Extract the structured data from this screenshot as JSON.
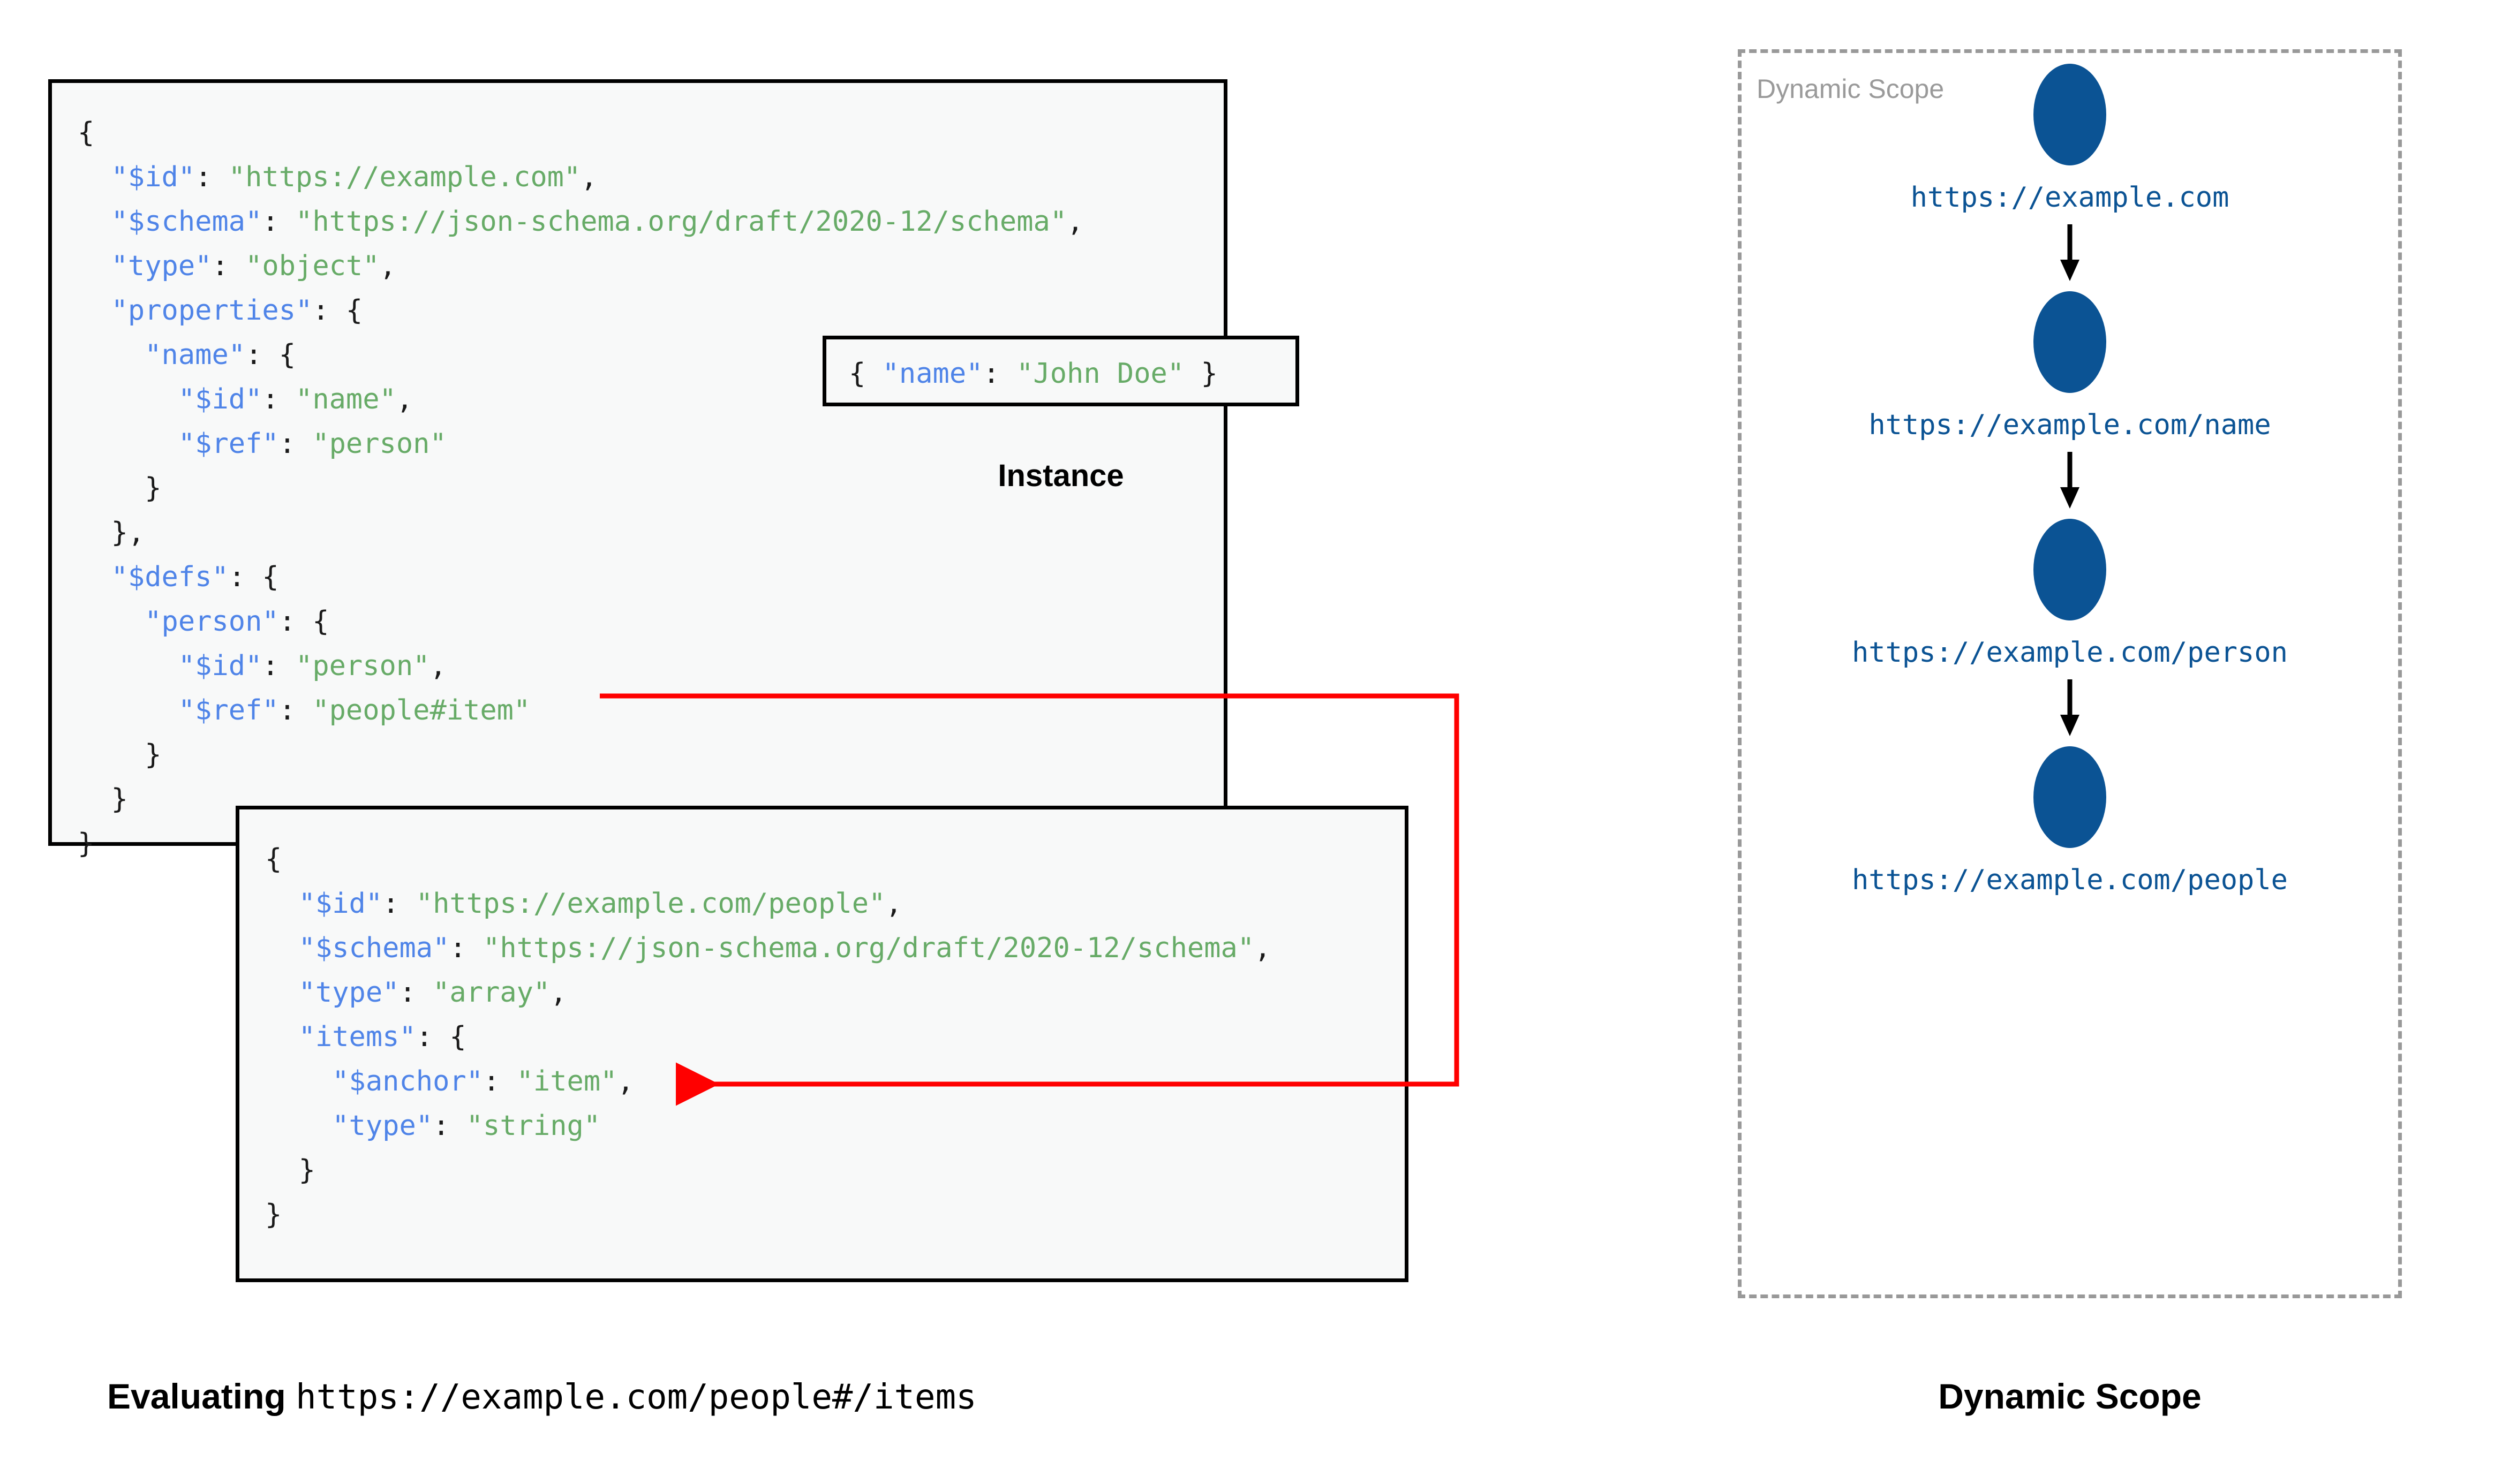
{
  "colors": {
    "json_key": "#4f84e8",
    "json_value": "#67ab67",
    "punctuation": "#1a1a1a",
    "node_blue": "#0b5394",
    "ref_arrow_red": "#ff0000",
    "dashed_border_gray": "#999999",
    "caption_gray": "#9a9a9a",
    "box_background": "#f8f9f9"
  },
  "schema_root": {
    "lines": [
      [
        {
          "t": "{",
          "c": "p"
        }
      ],
      [
        {
          "t": "  ",
          "c": "p"
        },
        {
          "t": "\"$id\"",
          "c": "k"
        },
        {
          "t": ": ",
          "c": "p"
        },
        {
          "t": "\"https://example.com\"",
          "c": "v"
        },
        {
          "t": ",",
          "c": "p"
        }
      ],
      [
        {
          "t": "  ",
          "c": "p"
        },
        {
          "t": "\"$schema\"",
          "c": "k"
        },
        {
          "t": ": ",
          "c": "p"
        },
        {
          "t": "\"https://json-schema.org/draft/2020-12/schema\"",
          "c": "v"
        },
        {
          "t": ",",
          "c": "p"
        }
      ],
      [
        {
          "t": "  ",
          "c": "p"
        },
        {
          "t": "\"type\"",
          "c": "k"
        },
        {
          "t": ": ",
          "c": "p"
        },
        {
          "t": "\"object\"",
          "c": "v"
        },
        {
          "t": ",",
          "c": "p"
        }
      ],
      [
        {
          "t": "  ",
          "c": "p"
        },
        {
          "t": "\"properties\"",
          "c": "k"
        },
        {
          "t": ": {",
          "c": "p"
        }
      ],
      [
        {
          "t": "    ",
          "c": "p"
        },
        {
          "t": "\"name\"",
          "c": "k"
        },
        {
          "t": ": {",
          "c": "p"
        }
      ],
      [
        {
          "t": "      ",
          "c": "p"
        },
        {
          "t": "\"$id\"",
          "c": "k"
        },
        {
          "t": ": ",
          "c": "p"
        },
        {
          "t": "\"name\"",
          "c": "v"
        },
        {
          "t": ",",
          "c": "p"
        }
      ],
      [
        {
          "t": "      ",
          "c": "p"
        },
        {
          "t": "\"$ref\"",
          "c": "k"
        },
        {
          "t": ": ",
          "c": "p"
        },
        {
          "t": "\"person\"",
          "c": "v"
        }
      ],
      [
        {
          "t": "    }",
          "c": "p"
        }
      ],
      [
        {
          "t": "  },",
          "c": "p"
        }
      ],
      [
        {
          "t": "  ",
          "c": "p"
        },
        {
          "t": "\"$defs\"",
          "c": "k"
        },
        {
          "t": ": {",
          "c": "p"
        }
      ],
      [
        {
          "t": "    ",
          "c": "p"
        },
        {
          "t": "\"person\"",
          "c": "k"
        },
        {
          "t": ": {",
          "c": "p"
        }
      ],
      [
        {
          "t": "      ",
          "c": "p"
        },
        {
          "t": "\"$id\"",
          "c": "k"
        },
        {
          "t": ": ",
          "c": "p"
        },
        {
          "t": "\"person\"",
          "c": "v"
        },
        {
          "t": ",",
          "c": "p"
        }
      ],
      [
        {
          "t": "      ",
          "c": "p"
        },
        {
          "t": "\"$ref\"",
          "c": "k"
        },
        {
          "t": ": ",
          "c": "p"
        },
        {
          "t": "\"people#item\"",
          "c": "v"
        }
      ],
      [
        {
          "t": "    }",
          "c": "p"
        }
      ],
      [
        {
          "t": "  }",
          "c": "p"
        }
      ],
      [
        {
          "t": "}",
          "c": "p"
        }
      ]
    ]
  },
  "instance": {
    "label": "Instance",
    "lines": [
      [
        {
          "t": "{ ",
          "c": "p"
        },
        {
          "t": "\"name\"",
          "c": "k"
        },
        {
          "t": ": ",
          "c": "p"
        },
        {
          "t": "\"John Doe\"",
          "c": "v"
        },
        {
          "t": " }",
          "c": "p"
        }
      ]
    ]
  },
  "schema_people": {
    "lines": [
      [
        {
          "t": "{",
          "c": "p"
        }
      ],
      [
        {
          "t": "  ",
          "c": "p"
        },
        {
          "t": "\"$id\"",
          "c": "k"
        },
        {
          "t": ": ",
          "c": "p"
        },
        {
          "t": "\"https://example.com/people\"",
          "c": "v"
        },
        {
          "t": ",",
          "c": "p"
        }
      ],
      [
        {
          "t": "  ",
          "c": "p"
        },
        {
          "t": "\"$schema\"",
          "c": "k"
        },
        {
          "t": ": ",
          "c": "p"
        },
        {
          "t": "\"https://json-schema.org/draft/2020-12/schema\"",
          "c": "v"
        },
        {
          "t": ",",
          "c": "p"
        }
      ],
      [
        {
          "t": "  ",
          "c": "p"
        },
        {
          "t": "\"type\"",
          "c": "k"
        },
        {
          "t": ": ",
          "c": "p"
        },
        {
          "t": "\"array\"",
          "c": "v"
        },
        {
          "t": ",",
          "c": "p"
        }
      ],
      [
        {
          "t": "  ",
          "c": "p"
        },
        {
          "t": "\"items\"",
          "c": "k"
        },
        {
          "t": ": {",
          "c": "p"
        }
      ],
      [
        {
          "t": "    ",
          "c": "p"
        },
        {
          "t": "\"$anchor\"",
          "c": "k"
        },
        {
          "t": ": ",
          "c": "p"
        },
        {
          "t": "\"item\"",
          "c": "v"
        },
        {
          "t": ",",
          "c": "p"
        }
      ],
      [
        {
          "t": "    ",
          "c": "p"
        },
        {
          "t": "\"type\"",
          "c": "k"
        },
        {
          "t": ": ",
          "c": "p"
        },
        {
          "t": "\"string\"",
          "c": "v"
        }
      ],
      [
        {
          "t": "  }",
          "c": "p"
        }
      ],
      [
        {
          "t": "}",
          "c": "p"
        }
      ]
    ]
  },
  "dynamic_scope": {
    "caption": "Dynamic Scope",
    "bottom_caption": "Dynamic Scope",
    "nodes": [
      {
        "url": "https://example.com"
      },
      {
        "url": "https://example.com/name"
      },
      {
        "url": "https://example.com/person"
      },
      {
        "url": "https://example.com/people"
      }
    ]
  },
  "evaluating": {
    "label": "Evaluating",
    "url": "https://example.com/people#/items"
  }
}
